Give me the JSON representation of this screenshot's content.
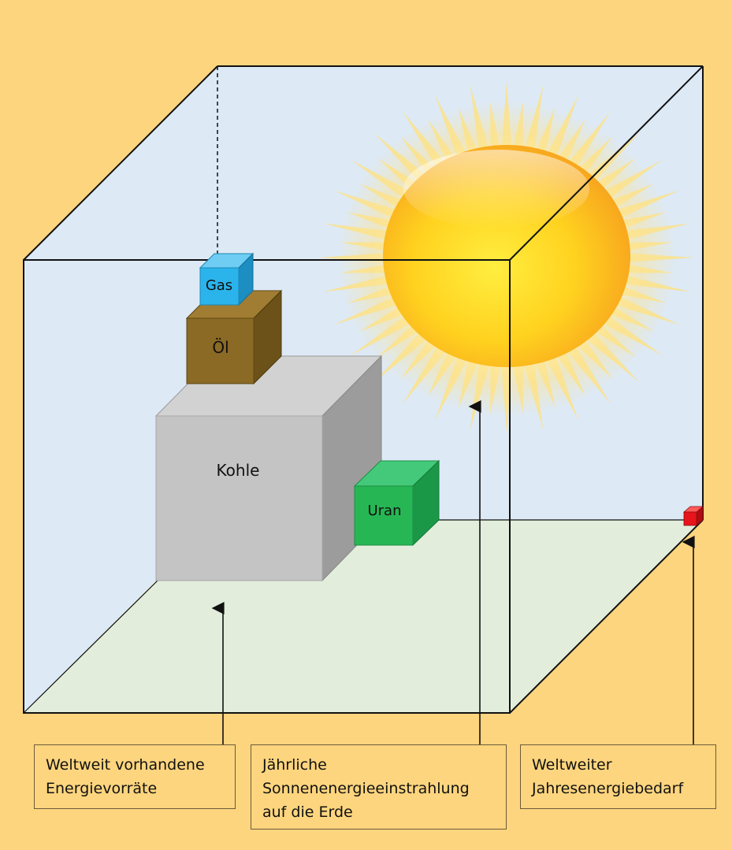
{
  "blocks": {
    "gas": "Gas",
    "oil": "Öl",
    "coal": "Kohle",
    "uranium": "Uran"
  },
  "captions": {
    "reserves": [
      "Weltweit vorhandene",
      "Energievorräte"
    ],
    "solar": [
      "Jährliche",
      "Sonnenenergieeinstrahlung",
      "auf die Erde"
    ],
    "demand": [
      "Weltweiter",
      "Jahresenergiebedarf"
    ]
  },
  "colors": {
    "background": "#fdd57e",
    "cube_faces": "#dde9f5",
    "floor": "#e2eedb",
    "gas": "#2bb4ec",
    "oil": "#8b6a25",
    "coal": "#c4c4c4",
    "uranium": "#27b654",
    "demand_cube": "#e8141c",
    "sun": "#ffd21f"
  },
  "icons": {
    "sun": "sun-icon"
  }
}
